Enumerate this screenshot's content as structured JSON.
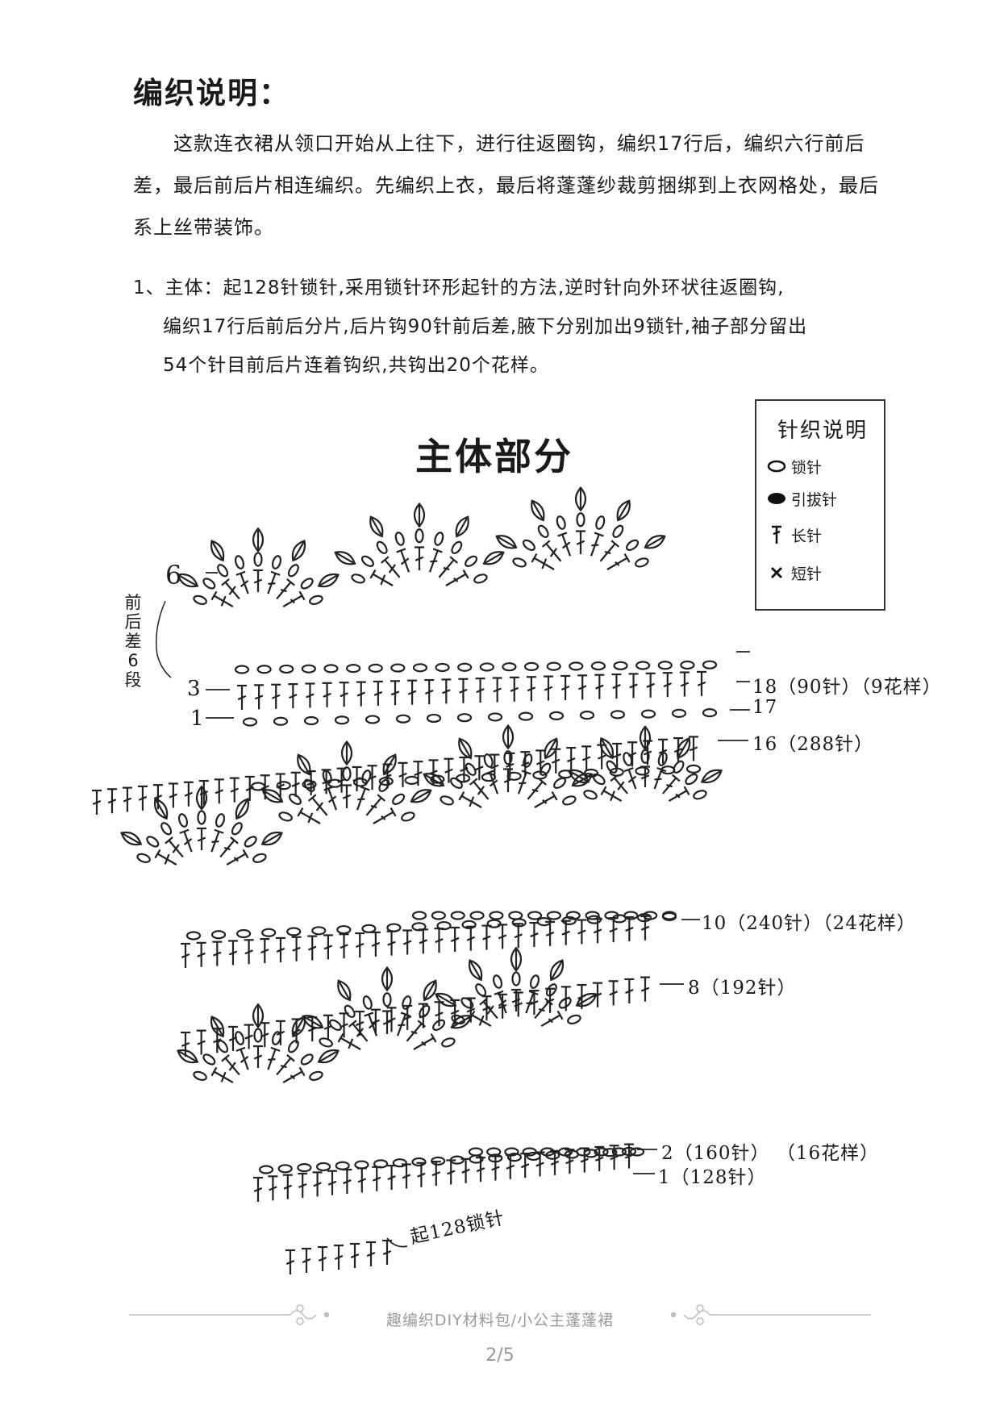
{
  "heading": "编织说明：",
  "intro": "这款连衣裙从领口开始从上往下，进行往返圈钩，编织17行后，编织六行前后差，最后前后片相连编织。先编织上衣，最后将蓬蓬纱裁剪捆绑到上衣网格处，最后系上丝带装饰。",
  "section1": {
    "line1": "1、主体：起128针锁针,采用锁针环形起针的方法,逆时针向外环状往返圈钩,",
    "line2": "编织17行后前后分片,后片钩90针前后差,腋下分别加出9锁针,袖子部分留出",
    "line3": "54个针目前后片连着钩织,共钩出20个花样。"
  },
  "diagram": {
    "title": "主体部分",
    "side_note": "前后差6段",
    "row_labels": {
      "r6": "6",
      "r3": "3",
      "r1": "1",
      "r18": "18（90针）（9花样）",
      "r17": "17",
      "r16": "16（288针）",
      "r10": "10（240针）（24花样）",
      "r8": "8（192针）",
      "r2": "2（160针）  （16花样）",
      "r1b": "1（128针）",
      "start": "起128锁针"
    }
  },
  "legend": {
    "title": "针织说明",
    "items": [
      {
        "symbol": "chain-oval",
        "label": "锁针"
      },
      {
        "symbol": "filled-oval",
        "label": "引拔针"
      },
      {
        "symbol": "t-stitch",
        "label": "长针"
      },
      {
        "symbol": "x-stitch",
        "label": "短针"
      }
    ]
  },
  "footer": {
    "text": "趣编织DIY材料包/小公主蓬蓬裙",
    "page": "2/5"
  }
}
